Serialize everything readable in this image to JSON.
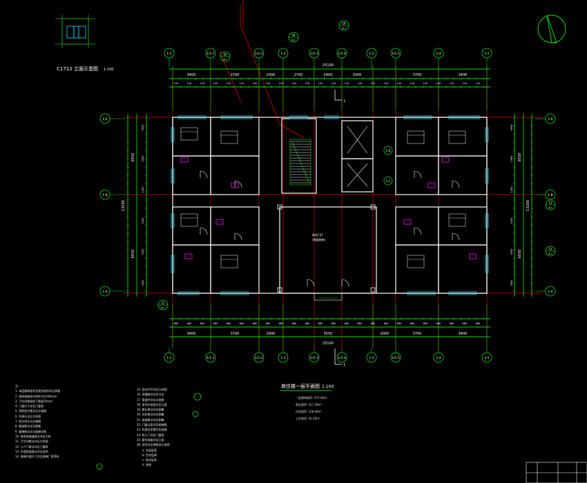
{
  "title": {
    "plan": "商住楼一层平面图",
    "plan_scale": "1:100",
    "window_detail": "C1712 立面示意图",
    "window_detail_scale": "1:100"
  },
  "axes": {
    "top": [
      "1-1",
      "1-2",
      "1-3",
      "1-4",
      "1-5"
    ],
    "left": [
      "1-E",
      "1-B",
      "1-A"
    ],
    "top_extra": [
      "1/1-1",
      "1/1-2",
      "1/1-3",
      "1/1-4",
      "1/1-5"
    ],
    "right_extra": [
      "1-C",
      "1-D"
    ]
  },
  "dimensions": {
    "top_overall": "25100",
    "top_main": [
      "3400",
      "3700",
      "2000",
      "2700",
      "2400",
      "2000",
      "3700",
      "3400"
    ],
    "bottom_overall": "25100",
    "bottom_main": [
      "3400",
      "3700",
      "2000",
      "5550",
      "2000",
      "3700",
      "3400"
    ],
    "left_overall": "13200",
    "left_main": [
      "6550",
      "6550"
    ],
    "right_overall": "13200",
    "right_main": [
      "6550",
      "6550"
    ]
  },
  "callouts": [
    {
      "top": "18",
      "bottom": "ZJ-1"
    },
    {
      "top": "19",
      "bottom": "ZJ-1"
    },
    {
      "top": "20",
      "bottom": "ZJ-1"
    },
    {
      "top": "11",
      "bottom": "ZJ-1"
    },
    {
      "top": "12",
      "bottom": "ZJ-1"
    },
    {
      "top": "13",
      "bottom": "ZJ-1"
    }
  ],
  "notes": {
    "left_heading": "注:",
    "left": [
      "1. 本层建筑面积及使用面积详见表格",
      "2. 墙体厚度除注明外均为200mm",
      "3. 卫生间地面低于楼面20mm",
      "4. 门窗尺寸详见门窗表",
      "5. 消防栓位置详见水施图",
      "6. 空调孔详见大样图",
      "7. 阳台排水见水施图",
      "8. 烟道做法详见图集",
      "9. 楼梯做法详见楼梯详图",
      "10. 厨房排烟道做法详见大样",
      "11. 卫生间做法详见大样图",
      "12. 入户门做法详见门窗表",
      "13. 外墙保温做法详见说明",
      "14. 电梯井道尺寸详见电梯厂家资料"
    ],
    "middle": [
      "15. 阳台栏杆详见大样图",
      "16. 雨篷做法详见节点",
      "17. 管道井详见水施图",
      "18. 室内外高差详见立面",
      "19. 散水做法详见图集",
      "20. 台阶做法详见图集",
      "21. 坡道做法详见图集",
      "22. 门窗过梁详见结施图",
      "23. 构造柱设置详见结施",
      "24. 防火门详见门窗表",
      "25. 窗台高度详见立面",
      "26. 其余详见建筑设计说明"
    ],
    "middle_sub": [
      "a. 本层层高",
      "b. 住宅层高",
      "c. 商业层高",
      "d. 其他"
    ],
    "area": [
      "一层建筑面积: 375.46m²",
      "商业面积: 217.38m²",
      "住宅面积: 158.08m²",
      "公共面积: 45.28m²"
    ],
    "hall": [
      "商业门厅",
      "(地面装修)"
    ]
  },
  "colors": {
    "background": "#000000",
    "dim_line": "#00e000",
    "grid_line": "#e00000",
    "wall": "#ffffff",
    "annotation": "#ffffff",
    "window": "#00e0ff",
    "accent": "#ff00ff"
  }
}
